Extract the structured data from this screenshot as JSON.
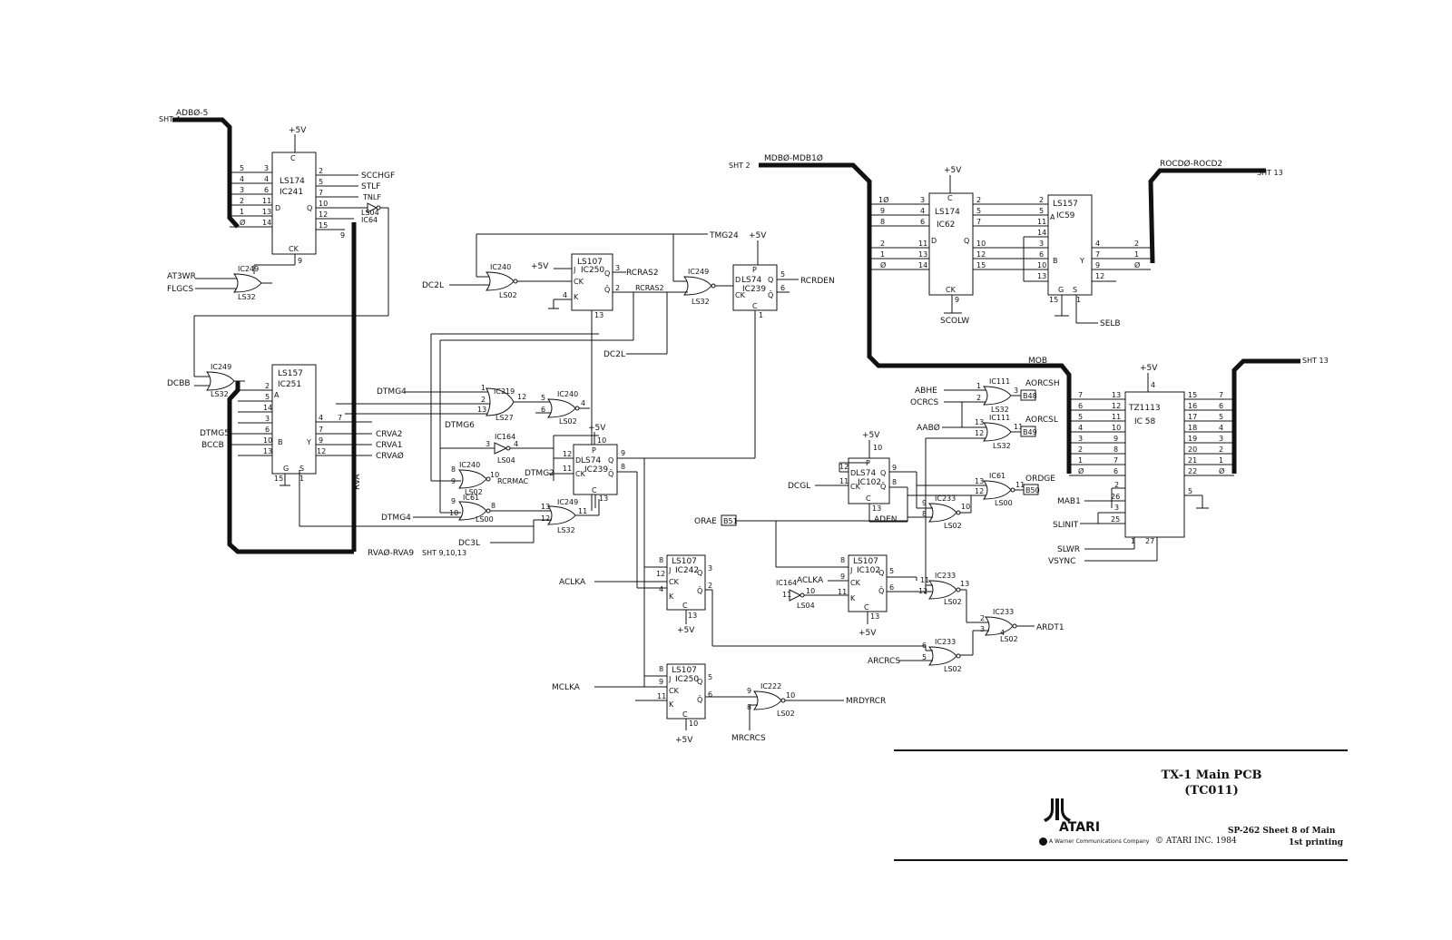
{
  "buses": {
    "adb": "ADBØ-5",
    "adb_sheet": "SHT 4",
    "mdb": "MDBØ-MDB1Ø",
    "mdb_sheet": "SHT 2",
    "rocd": "ROCDØ-ROCD2",
    "rocd_sheet": "SHT 13",
    "mob": "MOB",
    "mob_sheet": "SHT 13",
    "rva": "RVA",
    "rva_range": "RVAØ-RVA9",
    "rva_sheets": "SHT 9,10,13"
  },
  "chips": [
    {
      "type": "LS174",
      "ref": "IC241"
    },
    {
      "type": "LS157",
      "ref": "IC251"
    },
    {
      "type": "LS107",
      "ref": "IC250"
    },
    {
      "type": "LS74",
      "ref": "IC239"
    },
    {
      "type": "LS74",
      "ref": "IC239"
    },
    {
      "type": "LS174",
      "ref": "IC62"
    },
    {
      "type": "LS157",
      "ref": "IC59"
    },
    {
      "type": "TZ1113",
      "ref": "IC 58"
    },
    {
      "type": "LS74",
      "ref": "IC102"
    },
    {
      "type": "LS107",
      "ref": "IC242"
    },
    {
      "type": "LS107",
      "ref": "IC102"
    },
    {
      "type": "LS107",
      "ref": "IC250"
    }
  ],
  "gates": [
    {
      "ref": "IC249",
      "type": "LS32"
    },
    {
      "ref": "IC249",
      "type": "LS32"
    },
    {
      "ref": "IC240",
      "type": "LS02"
    },
    {
      "ref": "IC249",
      "type": "LS32"
    },
    {
      "ref": "IC219",
      "type": "LS27"
    },
    {
      "ref": "IC240",
      "type": "LS02"
    },
    {
      "ref": "IC164",
      "type": "LS04"
    },
    {
      "ref": "IC240",
      "type": "LS02"
    },
    {
      "ref": "IC61",
      "type": "LS00"
    },
    {
      "ref": "IC249",
      "type": "LS32"
    },
    {
      "ref": "IC111",
      "type": "LS32"
    },
    {
      "ref": "IC111",
      "type": "LS32"
    },
    {
      "ref": "IC61",
      "type": "LS00"
    },
    {
      "ref": "IC233",
      "type": "LS02"
    },
    {
      "ref": "IC233",
      "type": "LS02"
    },
    {
      "ref": "IC233",
      "type": "LS02"
    },
    {
      "ref": "IC233",
      "type": "LS02"
    },
    {
      "ref": "IC222",
      "type": "LS02"
    },
    {
      "ref": "IC164",
      "type": "LS04"
    },
    {
      "ref": "IC64",
      "type": "LS04"
    }
  ],
  "signals": {
    "scchgf": "SCCHGF",
    "stlf": "STLF",
    "tnlf": "TNLF",
    "at3wr": "AT3WR",
    "flgcs": "FLGCS",
    "dcbb": "DCBB",
    "dtmg5": "DTMG5",
    "bccb": "BCCB",
    "crva2": "CRVA2",
    "crva1": "CRVA1",
    "crva0": "CRVAØ",
    "dc2l_a": "DC2L",
    "dc2l_b": "DC2L",
    "rcras2_a": "RCRAS2",
    "rcras2_b": "RCRAS2",
    "tmg24": "TMG24",
    "rcrden": "RCRDEN",
    "dtmg4_a": "DTMG4",
    "dtmg4_b": "DTMG4",
    "dtmg6": "DTMG6",
    "rcrmac": "RCRMAC",
    "dtmg2": "DTMG2",
    "dc3l": "DC3L",
    "aclka": "ACLKA",
    "aclka2": "ACLKA",
    "mclka": "MCLKA",
    "mrdyrcr": "MRDYRCR",
    "mrcrcs": "MRCRCS",
    "scolw": "SCOLW",
    "selb": "SELB",
    "abhe": "ABHE",
    "ocrcs": "OCRCS",
    "aab0": "AABØ",
    "aorcsh": "AORCSH",
    "aorcsl": "AORCSL",
    "dcgl": "DCGL",
    "ordge": "ORDGE",
    "orae": "ORAE",
    "aden": "ADEN",
    "ardt1": "ARDT1",
    "arcrcs": "ARCRCS",
    "mab1": "MAB1",
    "slinit": "SLINIT",
    "slwr": "SLWR",
    "vsync": "VSYNC",
    "vcc": "+5V",
    "b48": "B48",
    "b49": "B49",
    "b50": "B50",
    "b51": "B51"
  },
  "title_block": {
    "title_line1": "TX-1 Main PCB",
    "title_line2": "(TC011)",
    "brand": "ATARI",
    "parent": "A Warner Communications Company",
    "copyright": "© ATARI INC. 1984",
    "sheet": "SP-262   Sheet 8 of Main",
    "printing": "1st printing"
  }
}
